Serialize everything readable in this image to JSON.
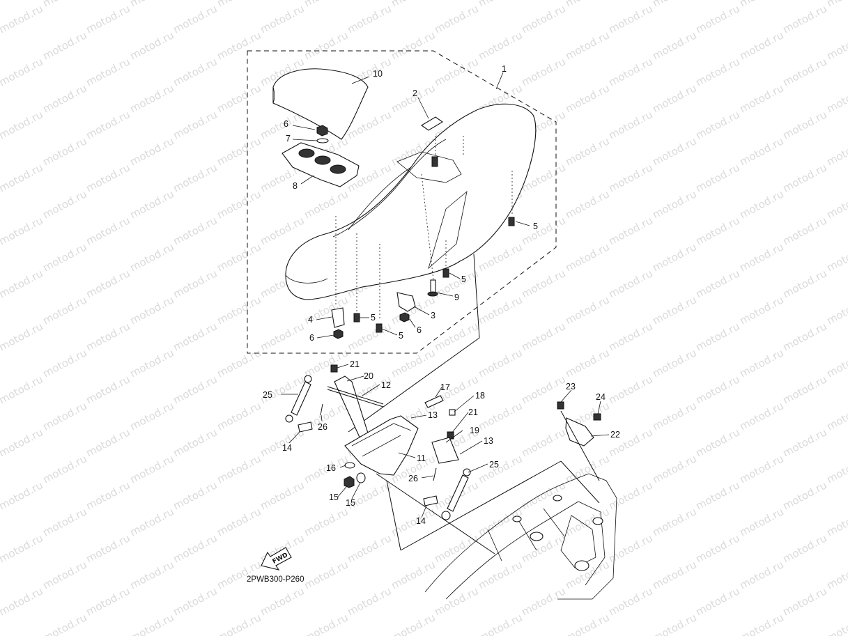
{
  "watermark": {
    "text": "motod.ru"
  },
  "diagram_code": "2PWB300-P260",
  "fwd_label": "FWD",
  "callouts": [
    {
      "id": "c1",
      "text": "1"
    },
    {
      "id": "c2",
      "text": "2"
    },
    {
      "id": "c3",
      "text": "3"
    },
    {
      "id": "c4",
      "text": "4"
    },
    {
      "id": "c5a",
      "text": "5"
    },
    {
      "id": "c5b",
      "text": "5"
    },
    {
      "id": "c5c",
      "text": "5"
    },
    {
      "id": "c5d",
      "text": "5"
    },
    {
      "id": "c6a",
      "text": "6"
    },
    {
      "id": "c6b",
      "text": "6"
    },
    {
      "id": "c6c",
      "text": "6"
    },
    {
      "id": "c7",
      "text": "7"
    },
    {
      "id": "c8",
      "text": "8"
    },
    {
      "id": "c9",
      "text": "9"
    },
    {
      "id": "c10",
      "text": "10"
    },
    {
      "id": "c11",
      "text": "11"
    },
    {
      "id": "c12",
      "text": "12"
    },
    {
      "id": "c13a",
      "text": "13"
    },
    {
      "id": "c13b",
      "text": "13"
    },
    {
      "id": "c14a",
      "text": "14"
    },
    {
      "id": "c14b",
      "text": "14"
    },
    {
      "id": "c15a",
      "text": "15"
    },
    {
      "id": "c15b",
      "text": "15"
    },
    {
      "id": "c16",
      "text": "16"
    },
    {
      "id": "c17",
      "text": "17"
    },
    {
      "id": "c18",
      "text": "18"
    },
    {
      "id": "c19",
      "text": "19"
    },
    {
      "id": "c20",
      "text": "20"
    },
    {
      "id": "c21a",
      "text": "21"
    },
    {
      "id": "c21b",
      "text": "21"
    },
    {
      "id": "c22",
      "text": "22"
    },
    {
      "id": "c23",
      "text": "23"
    },
    {
      "id": "c24",
      "text": "24"
    },
    {
      "id": "c25a",
      "text": "25"
    },
    {
      "id": "c25b",
      "text": "25"
    },
    {
      "id": "c26a",
      "text": "26"
    },
    {
      "id": "c26b",
      "text": "26"
    }
  ]
}
